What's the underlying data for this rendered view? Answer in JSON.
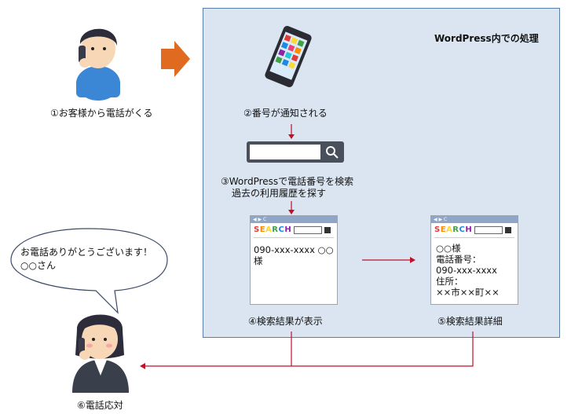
{
  "panel": {
    "title": "WordPress内での処理"
  },
  "steps": {
    "s1": "①お客様から電話がくる",
    "s2": "②番号が通知される",
    "s3_line1": "③WordPressで電話番号を検索",
    "s3_line2": "過去の利用履歴を探す",
    "s4": "④検索結果が表示",
    "s5": "⑤検索結果詳細",
    "s6": "⑥電話応対"
  },
  "search_result": {
    "logo": "SEARCH",
    "row": "090-xxx-xxxx ○○様"
  },
  "detail": {
    "logo": "SEARCH",
    "lines": [
      "○○様",
      "電話番号：",
      "090-xxx-xxxx",
      "住所：",
      "××市××町××"
    ]
  },
  "bubble": {
    "line1": "お電話ありがとうございます！",
    "line2": "○○さん"
  },
  "colors": {
    "panel_bg": "#dae5f1",
    "arrow_red": "#c0102a",
    "arrow_orange": "#e06a1f"
  },
  "icons": [
    "customer-phone-icon",
    "smartphone-icon",
    "search-bar-icon",
    "browser-window-icon",
    "operator-headset-icon"
  ]
}
